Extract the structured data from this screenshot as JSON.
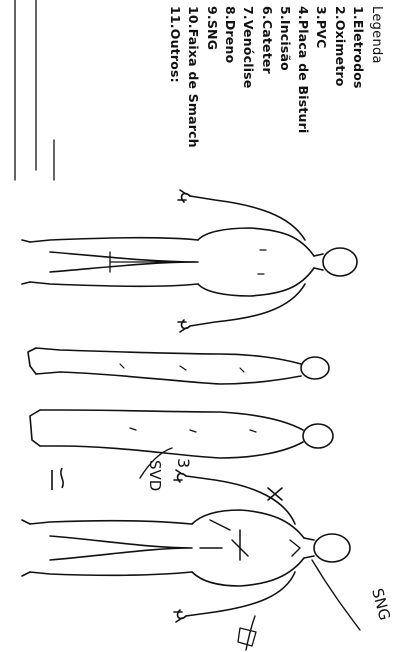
{
  "legend": {
    "title": "Legenda",
    "items": [
      "1.Eletrodos",
      "2.Oximetro",
      "3.PVC",
      "4.Placa de Bisturi",
      "5.Incisão",
      "6.Cateter",
      "7.Venóclise",
      "8.Dreno",
      "9.SNG",
      "10.Faixa de Smarch",
      "11.Outros:"
    ]
  },
  "annotations": {
    "sng": "SNG",
    "svd": "SVD",
    "hand_a": "3"
  },
  "colors": {
    "ink": "#111111",
    "paper": "#ffffff"
  }
}
